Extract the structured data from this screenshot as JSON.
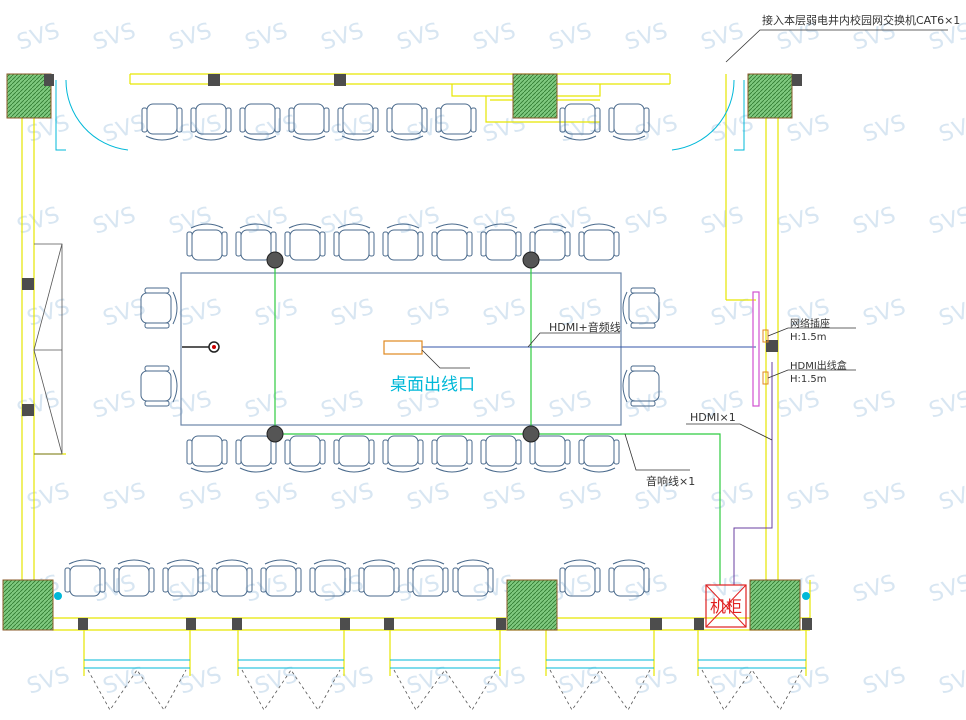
{
  "labels": {
    "network_source": "接入本层弱电井内校园网交换机CAT6×1",
    "hdmi_audio": "HDMI+音频线",
    "desk_outlet": "桌面出线口",
    "network_socket": "网络插座",
    "network_socket_height": "H:1.5m",
    "hdmi_box": "HDMI出线盒",
    "hdmi_box_height": "H:1.5m",
    "hdmi_x1": "HDMI×1",
    "speaker_line": "音响线×1",
    "cabinet": "机柜"
  },
  "watermark": "SVS",
  "colors": {
    "background": "#ffffff",
    "wall": "#e6e600",
    "chair": "#4a6a8c",
    "table": "#6b86a8",
    "green_line": "#2ecc40",
    "blue_line": "#3355aa",
    "purple_line": "#6a3fa0",
    "magenta_bar": "#d050d0",
    "orange": "#e08820",
    "cyan": "#00b8d8",
    "red": "#e02020",
    "column_fill": "#6fbf6f",
    "watermark": "#d8e6f2",
    "text_dark": "#333333",
    "text_cyan": "#00b8d8",
    "text_red": "#e02020"
  }
}
